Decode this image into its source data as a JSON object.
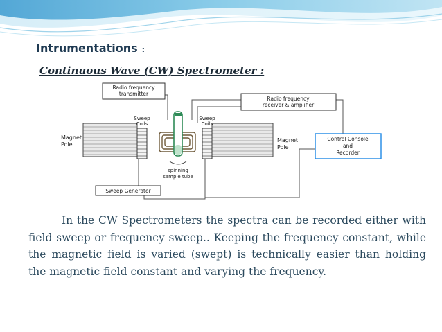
{
  "header": {
    "title": "Intrumentations",
    "title_colon": ":",
    "subtitle": "Continuous Wave (CW) Spectrometer :"
  },
  "diagram": {
    "labels": {
      "rf_transmitter": [
        "Radio frequency",
        "transmitter"
      ],
      "rf_receiver": [
        "Radio frequency",
        "receiver & amplifier"
      ],
      "sweep_coils_left": [
        "Sweep",
        "Coils"
      ],
      "sweep_coils_right": [
        "Sweep",
        "Coils"
      ],
      "magnet_pole_left": [
        "Magnet",
        "Pole"
      ],
      "magnet_pole_right": [
        "Magnet",
        "Pole"
      ],
      "sample_tube": [
        "spinning",
        "sample tube"
      ],
      "control_console": [
        "Control Console",
        "and",
        "Recorder"
      ],
      "sweep_generator": "Sweep Generator"
    },
    "colors": {
      "magnet": "#5a5a5a",
      "coil": "#6f5a3a",
      "tube": "#2e8b57",
      "control_box": "#1e88e5",
      "wire": "#555555"
    }
  },
  "body": {
    "paragraph": "In the CW Spectrometers the spectra can be recorded either with field sweep or frequency sweep.. Keeping the frequency constant, while the magnetic field is varied (swept) is technically easier than holding the magnetic field constant and varying the frequency."
  },
  "theme": {
    "header_wave_light": "#cfe9f5",
    "header_wave_dark": "#5fb0d6"
  }
}
